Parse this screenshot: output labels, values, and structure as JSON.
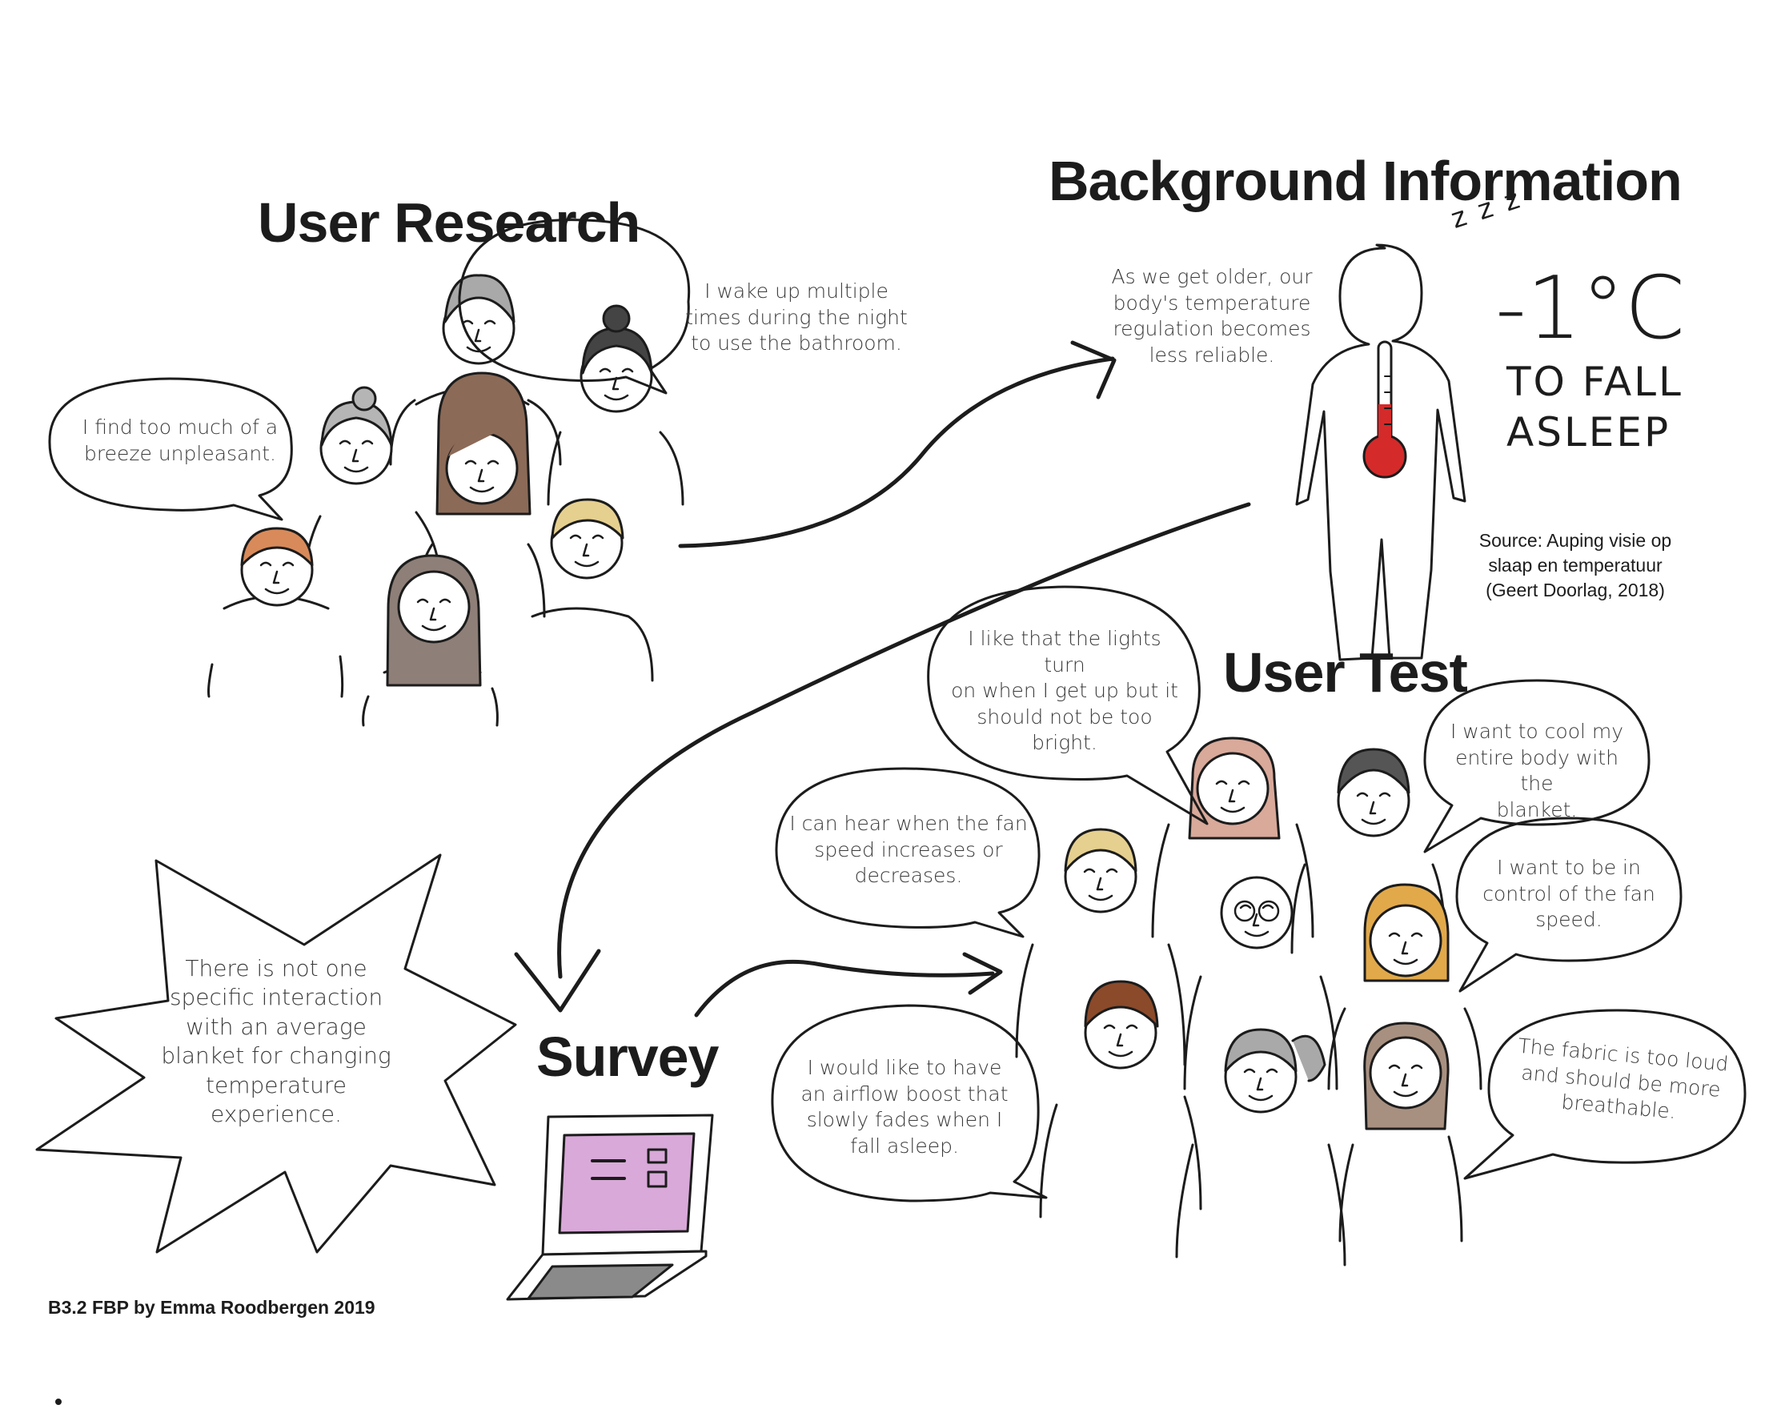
{
  "headings": {
    "user_research": "User Research",
    "background_information": "Background Information",
    "user_test": "User Test",
    "survey": "Survey"
  },
  "research_quotes": {
    "bathroom": "I wake up multiple\ntimes during the night\nto use the bathroom.",
    "breeze": "I find too much of a\nbreeze unpleasant."
  },
  "background": {
    "fact": "As we get older, our\nbody's temperature\nregulation becomes\nless reliable.",
    "sleep_symbol": "z z z",
    "temperature": "-1°C",
    "caption": "TO FALL\nASLEEP",
    "source": "Source: Auping visie op\nslaap en temperatuur\n(Geert Doorlag, 2018)"
  },
  "survey_finding": "There is not one\nspecific interaction\nwith an average\nblanket for changing\ntemperature\nexperience.",
  "test_quotes": {
    "lights": "I like that the lights turn\non when I get up but it\nshould not be too\nbright.",
    "cool_body": "I want to cool my\nentire body with the\nblanket.",
    "fan_hear": "I can hear when the fan\nspeed increases or\ndecreases.",
    "fan_control": "I want to be in\ncontrol of the fan\nspeed.",
    "airflow": "I would like to have\nan airflow boost that\nslowly fades when I\nfall asleep.",
    "fabric": "The fabric is too loud\nand should be more\nbreathable."
  },
  "footer": "B3.2 FBP by Emma Roodbergen 2019",
  "colors": {
    "ink": "#1c1c1c",
    "thermometer_red": "#d42a2a",
    "laptop_screen": "#d9a9d9",
    "keyboard": "#8a8a8a",
    "hair_grey": "#a9a9a9",
    "hair_brown": "#8b6a57",
    "hair_ginger": "#d98a5a",
    "hair_blonde": "#e6d08f",
    "hair_pink": "#d9a99a",
    "hair_dark": "#555555",
    "hair_gold": "#e2a94a"
  }
}
